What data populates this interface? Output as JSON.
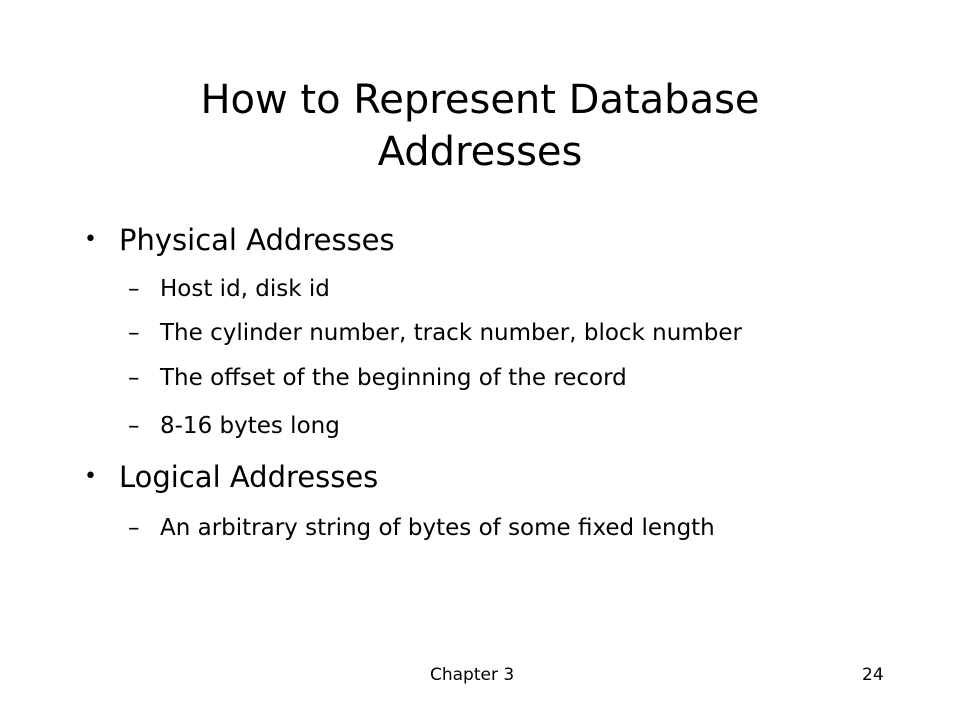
{
  "title": {
    "line1": "How to Represent Database",
    "line2": "Addresses"
  },
  "bullets": [
    {
      "symbol": "•",
      "text": "Physical Addresses",
      "sub": [
        {
          "symbol": "–",
          "text": "Host id, disk id"
        },
        {
          "symbol": "–",
          "text": "The cylinder number, track number, block number"
        },
        {
          "symbol": "–",
          "text": "The offset of the beginning of the record"
        },
        {
          "symbol": "–",
          "text": "8-16 bytes long"
        }
      ]
    },
    {
      "symbol": "•",
      "text": "Logical Addresses",
      "sub": [
        {
          "symbol": "–",
          "text": "An arbitrary string of bytes of some fixed length"
        }
      ]
    }
  ],
  "footer": {
    "chapter": "Chapter 3",
    "page": "24"
  }
}
